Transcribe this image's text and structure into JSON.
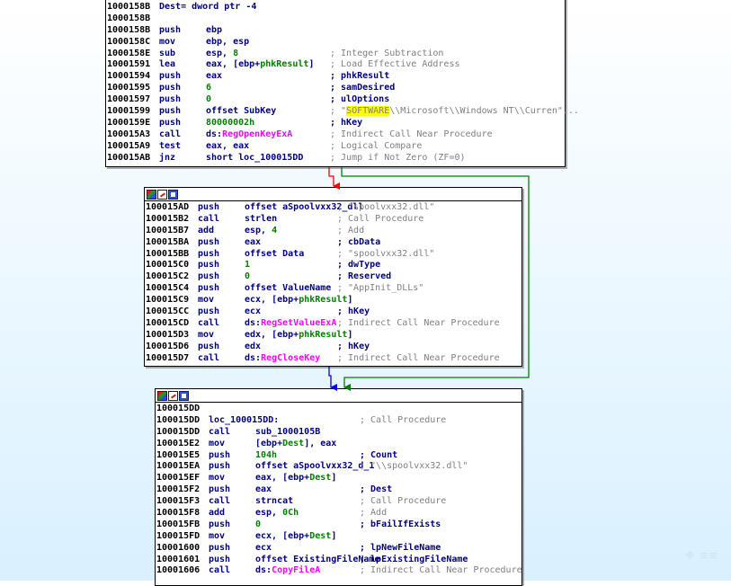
{
  "block1": {
    "lines": [
      {
        "addr": "1000158B",
        "mn": "",
        "ops": "Dest= dword ptr -4",
        "cm": ""
      },
      {
        "addr": "1000158B",
        "mn": "",
        "ops": "",
        "cm": ""
      },
      {
        "addr": "1000158B",
        "mn": "push",
        "ops": "ebp",
        "cm": ""
      },
      {
        "addr": "1000158C",
        "mn": "mov",
        "ops": "ebp, esp",
        "cm": ""
      },
      {
        "addr": "1000158E",
        "mn": "sub",
        "ops": "esp, 8",
        "cm": "; Integer Subtraction"
      },
      {
        "addr": "10001591",
        "mn": "lea",
        "ops": "eax, [ebp+phkResult]",
        "cm": "; Load Effective Address"
      },
      {
        "addr": "10001594",
        "mn": "push",
        "ops": "eax",
        "cm": "; phkResult"
      },
      {
        "addr": "10001595",
        "mn": "push",
        "ops": "6",
        "cm": "; samDesired"
      },
      {
        "addr": "10001597",
        "mn": "push",
        "ops": "0",
        "cm": "; ulOptions"
      },
      {
        "addr": "10001599",
        "mn": "push",
        "ops": "offset SubKey",
        "cm_pre": "; \"",
        "cm_hl": "SOFTWARE",
        "cm_post": "\\\\Microsoft\\\\Windows NT\\\\Curren\"..."
      },
      {
        "addr": "1000159E",
        "mn": "push",
        "ops": "80000002h",
        "cm": "; hKey"
      },
      {
        "addr": "100015A3",
        "mn": "call",
        "ops_pre": "ds:",
        "ops_api": "RegOpenKeyExA",
        "cm": "; Indirect Call Near Procedure"
      },
      {
        "addr": "100015A9",
        "mn": "test",
        "ops": "eax, eax",
        "cm": "; Logical Compare"
      },
      {
        "addr": "100015AB",
        "mn": "jnz",
        "ops": "short loc_100015DD",
        "cm": "; Jump if Not Zero (ZF=0)"
      }
    ]
  },
  "block2": {
    "lines": [
      {
        "addr": "100015AD",
        "mn": "push",
        "ops": "offset aSpoolvxx32_dll",
        "cm": "; \"spoolvxx32.dll\""
      },
      {
        "addr": "100015B2",
        "mn": "call",
        "ops": "strlen",
        "cm": "; Call Procedure"
      },
      {
        "addr": "100015B7",
        "mn": "add",
        "ops": "esp, 4",
        "cm": "; Add"
      },
      {
        "addr": "100015BA",
        "mn": "push",
        "ops": "eax",
        "cm": "; cbData"
      },
      {
        "addr": "100015BB",
        "mn": "push",
        "ops": "offset Data",
        "cm": "; \"spoolvxx32.dll\""
      },
      {
        "addr": "100015C0",
        "mn": "push",
        "ops": "1",
        "cm": "; dwType"
      },
      {
        "addr": "100015C2",
        "mn": "push",
        "ops": "0",
        "cm": "; Reserved"
      },
      {
        "addr": "100015C4",
        "mn": "push",
        "ops": "offset ValueName",
        "cm": "; \"AppInit_DLLs\""
      },
      {
        "addr": "100015C9",
        "mn": "mov",
        "ops": "ecx, [ebp+phkResult]",
        "cm": ""
      },
      {
        "addr": "100015CC",
        "mn": "push",
        "ops": "ecx",
        "cm": "; hKey"
      },
      {
        "addr": "100015CD",
        "mn": "call",
        "ops_pre": "ds:",
        "ops_api": "RegSetValueExA",
        "cm": "; Indirect Call Near Procedure"
      },
      {
        "addr": "100015D3",
        "mn": "mov",
        "ops": "edx, [ebp+phkResult]",
        "cm": ""
      },
      {
        "addr": "100015D6",
        "mn": "push",
        "ops": "edx",
        "cm": "; hKey"
      },
      {
        "addr": "100015D7",
        "mn": "call",
        "ops_pre": "ds:",
        "ops_api": "RegCloseKey",
        "cm": "; Indirect Call Near Procedure"
      }
    ]
  },
  "block3": {
    "lines": [
      {
        "addr": "100015DD",
        "mn": "",
        "ops": "",
        "cm": ""
      },
      {
        "addr": "100015DD",
        "mn": "",
        "ops": "loc_100015DD:",
        "cm": "; Call Procedure"
      },
      {
        "addr": "100015DD",
        "mn": "call",
        "ops": "sub_1000105B",
        "cm": ""
      },
      {
        "addr": "100015E2",
        "mn": "mov",
        "ops": "[ebp+Dest], eax",
        "cm": ""
      },
      {
        "addr": "100015E5",
        "mn": "push",
        "ops": "104h",
        "cm": "; Count"
      },
      {
        "addr": "100015EA",
        "mn": "push",
        "ops": "offset aSpoolvxx32_d_1",
        "cm": "; \"\\\\spoolvxx32.dll\""
      },
      {
        "addr": "100015EF",
        "mn": "mov",
        "ops": "eax, [ebp+Dest]",
        "cm": ""
      },
      {
        "addr": "100015F2",
        "mn": "push",
        "ops": "eax",
        "cm": "; Dest"
      },
      {
        "addr": "100015F3",
        "mn": "call",
        "ops": "strncat",
        "cm": "; Call Procedure"
      },
      {
        "addr": "100015F8",
        "mn": "add",
        "ops": "esp, 0Ch",
        "cm": "; Add"
      },
      {
        "addr": "100015FB",
        "mn": "push",
        "ops": "0",
        "cm": "; bFailIfExists"
      },
      {
        "addr": "100015FD",
        "mn": "mov",
        "ops": "ecx, [ebp+Dest]",
        "cm": ""
      },
      {
        "addr": "10001600",
        "mn": "push",
        "ops": "ecx",
        "cm": "; lpNewFileName"
      },
      {
        "addr": "10001601",
        "mn": "push",
        "ops": "offset ExistingFileName",
        "cm": "; lpExistingFileName"
      },
      {
        "addr": "10001606",
        "mn": "call",
        "ops_pre": "ds:",
        "ops_api": "CopyFileA",
        "cm": "; Indirect Call Near Procedure"
      }
    ]
  },
  "colors": {
    "false_edge": "#ff0000",
    "true_edge": "#008000",
    "flow_edge": "#0000ff",
    "api": "#ff00ff",
    "number": "#008000",
    "comment": "#808080",
    "highlight": "#ffff00"
  },
  "icons": [
    "graph-color-icon",
    "edit-node-icon",
    "node-menu-icon"
  ]
}
